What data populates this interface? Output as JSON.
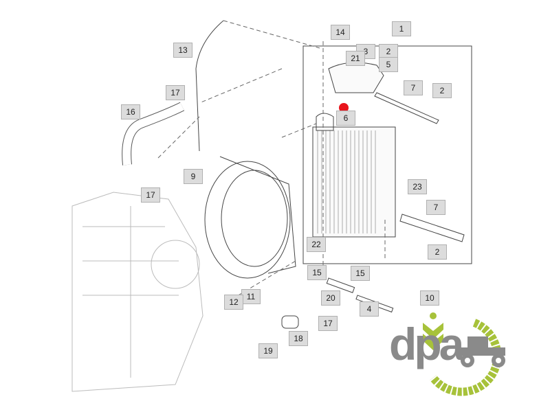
{
  "diagram": {
    "title": "Cooling system / radiator exploded parts diagram",
    "callouts": [
      "1",
      "14",
      "13",
      "3",
      "2",
      "21",
      "5",
      "7",
      "2",
      "17",
      "6",
      "16",
      "9",
      "23",
      "17",
      "7",
      "22",
      "2",
      "15",
      "15",
      "11",
      "12",
      "20",
      "10",
      "4",
      "17",
      "18",
      "19"
    ],
    "highlight_color": "#e8141b",
    "callout_fill": "#dcdcdc"
  },
  "logo": {
    "text": "dpa",
    "green": "#a7c23a",
    "gray": "#8a8a8a"
  }
}
